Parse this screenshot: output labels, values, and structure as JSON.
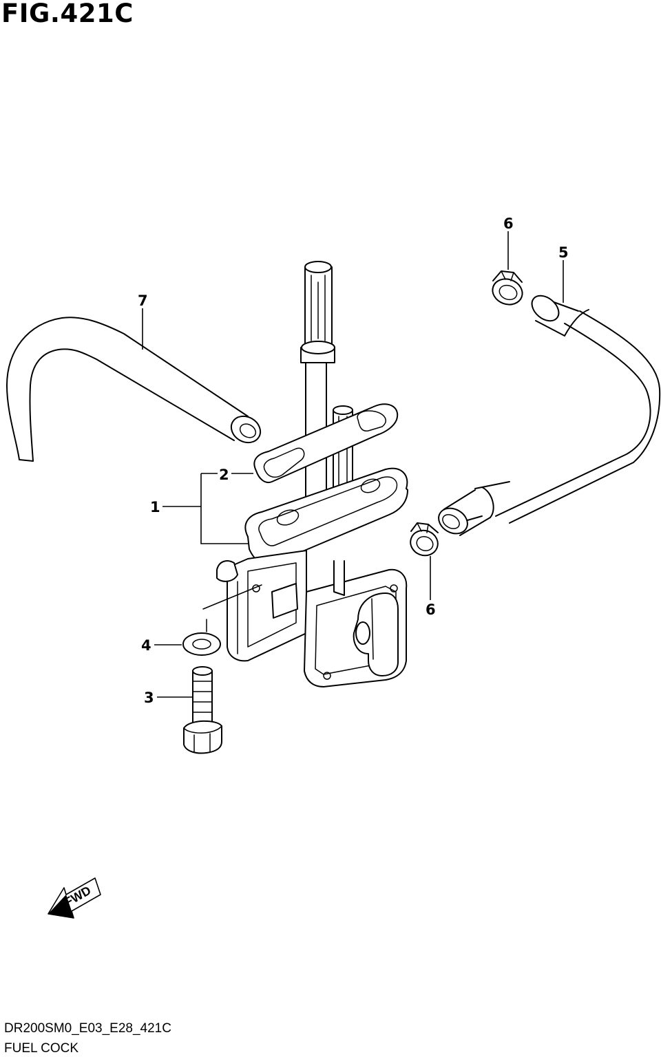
{
  "figure": {
    "title": "FIG.421C",
    "model_code": "DR200SM0_E03_E28_421C",
    "section_name": "FUEL COCK"
  },
  "callouts": [
    {
      "number": "1",
      "part": "fuel-cock-assembly"
    },
    {
      "number": "2",
      "part": "gasket"
    },
    {
      "number": "3",
      "part": "bolt"
    },
    {
      "number": "4",
      "part": "washer"
    },
    {
      "number": "5",
      "part": "fuel-hose"
    },
    {
      "number": "6",
      "part": "hose-clamp-upper"
    },
    {
      "number": "6",
      "part": "hose-clamp-lower"
    },
    {
      "number": "7",
      "part": "vacuum-hose"
    }
  ],
  "direction_indicator": {
    "label": "FWD",
    "icon": "fwd-arrow-icon"
  }
}
